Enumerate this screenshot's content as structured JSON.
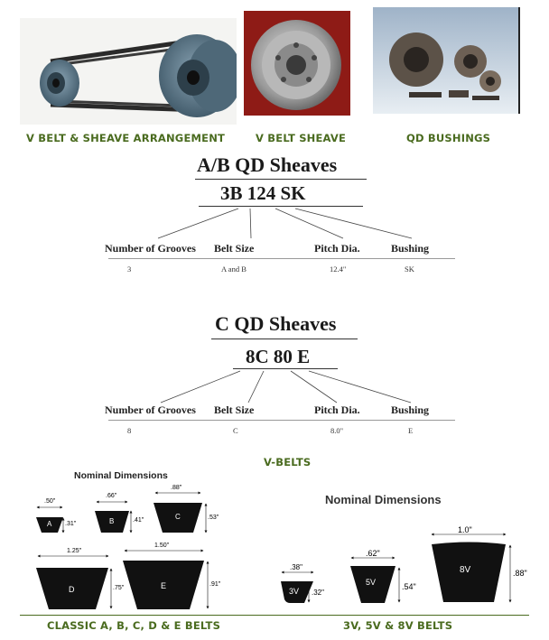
{
  "top_photos": {
    "captions": [
      "V BELT & SHEAVE ARRANGEMENT",
      "V BELT SHEAVE",
      "QD BUSHINGS"
    ]
  },
  "ab_section": {
    "title": "A/B  QD  Sheaves",
    "model": "3B 124 SK",
    "headers": [
      "Number of Grooves",
      "Belt Size",
      "Pitch Dia.",
      "Bushing"
    ],
    "values": [
      "3",
      "A and B",
      "12.4\"",
      "SK"
    ]
  },
  "c_section": {
    "title": "C  QD  Sheaves",
    "model": "8C 80 E",
    "headers": [
      "Number of Grooves",
      "Belt Size",
      "Pitch Dia.",
      "Bushing"
    ],
    "values": [
      "8",
      "C",
      "8.0\"",
      "E"
    ]
  },
  "vbelts": {
    "heading": "V-BELTS",
    "classic": {
      "nominal_label": "Nominal Dimensions",
      "belts": [
        {
          "letter": "A",
          "width": ".50\"",
          "height": ".31\""
        },
        {
          "letter": "B",
          "width": ".66\"",
          "height": ".41\""
        },
        {
          "letter": "C",
          "width": ".88\"",
          "height": ".53\""
        },
        {
          "letter": "D",
          "width": "1.25\"",
          "height": ".75\""
        },
        {
          "letter": "E",
          "width": "1.50\"",
          "height": ".91\""
        }
      ],
      "caption": "CLASSIC A, B, C, D & E BELTS"
    },
    "narrow": {
      "nominal_label": "Nominal Dimensions",
      "belts": [
        {
          "letter": "3V",
          "width": ".38\"",
          "height": ".32\""
        },
        {
          "letter": "5V",
          "width": ".62\"",
          "height": ".54\""
        },
        {
          "letter": "8V",
          "width": "1.0\"",
          "height": ".88\""
        }
      ],
      "caption": "3V, 5V & 8V BELTS"
    },
    "colors": {
      "caption_green": "#4a6b1f",
      "belt_black": "#111111"
    }
  }
}
